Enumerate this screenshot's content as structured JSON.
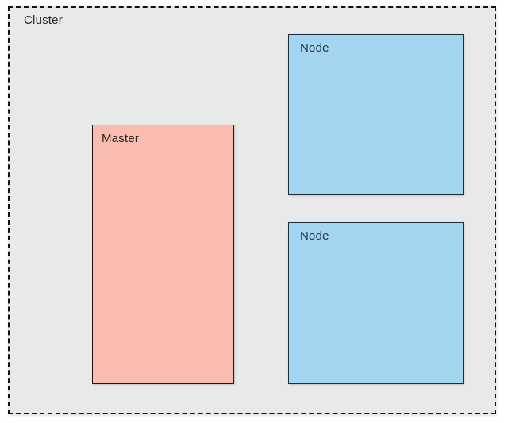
{
  "diagram": {
    "cluster": {
      "label": "Cluster",
      "bg_color": "#e8eaea",
      "border_color": "#111111",
      "text_color": "#2b2b2b"
    },
    "boxes": [
      {
        "id": "master",
        "label": "Master",
        "bg_color": "#fbbcb0",
        "border_color": "#1a1a1a",
        "text_color": "#232323"
      },
      {
        "id": "node-1",
        "label": "Node",
        "bg_color": "#a3d5f0",
        "border_color": "#1c2c38",
        "text_color": "#1d3347"
      },
      {
        "id": "node-2",
        "label": "Node",
        "bg_color": "#a3d5f0",
        "border_color": "#1c2c38",
        "text_color": "#1d3347"
      }
    ]
  }
}
